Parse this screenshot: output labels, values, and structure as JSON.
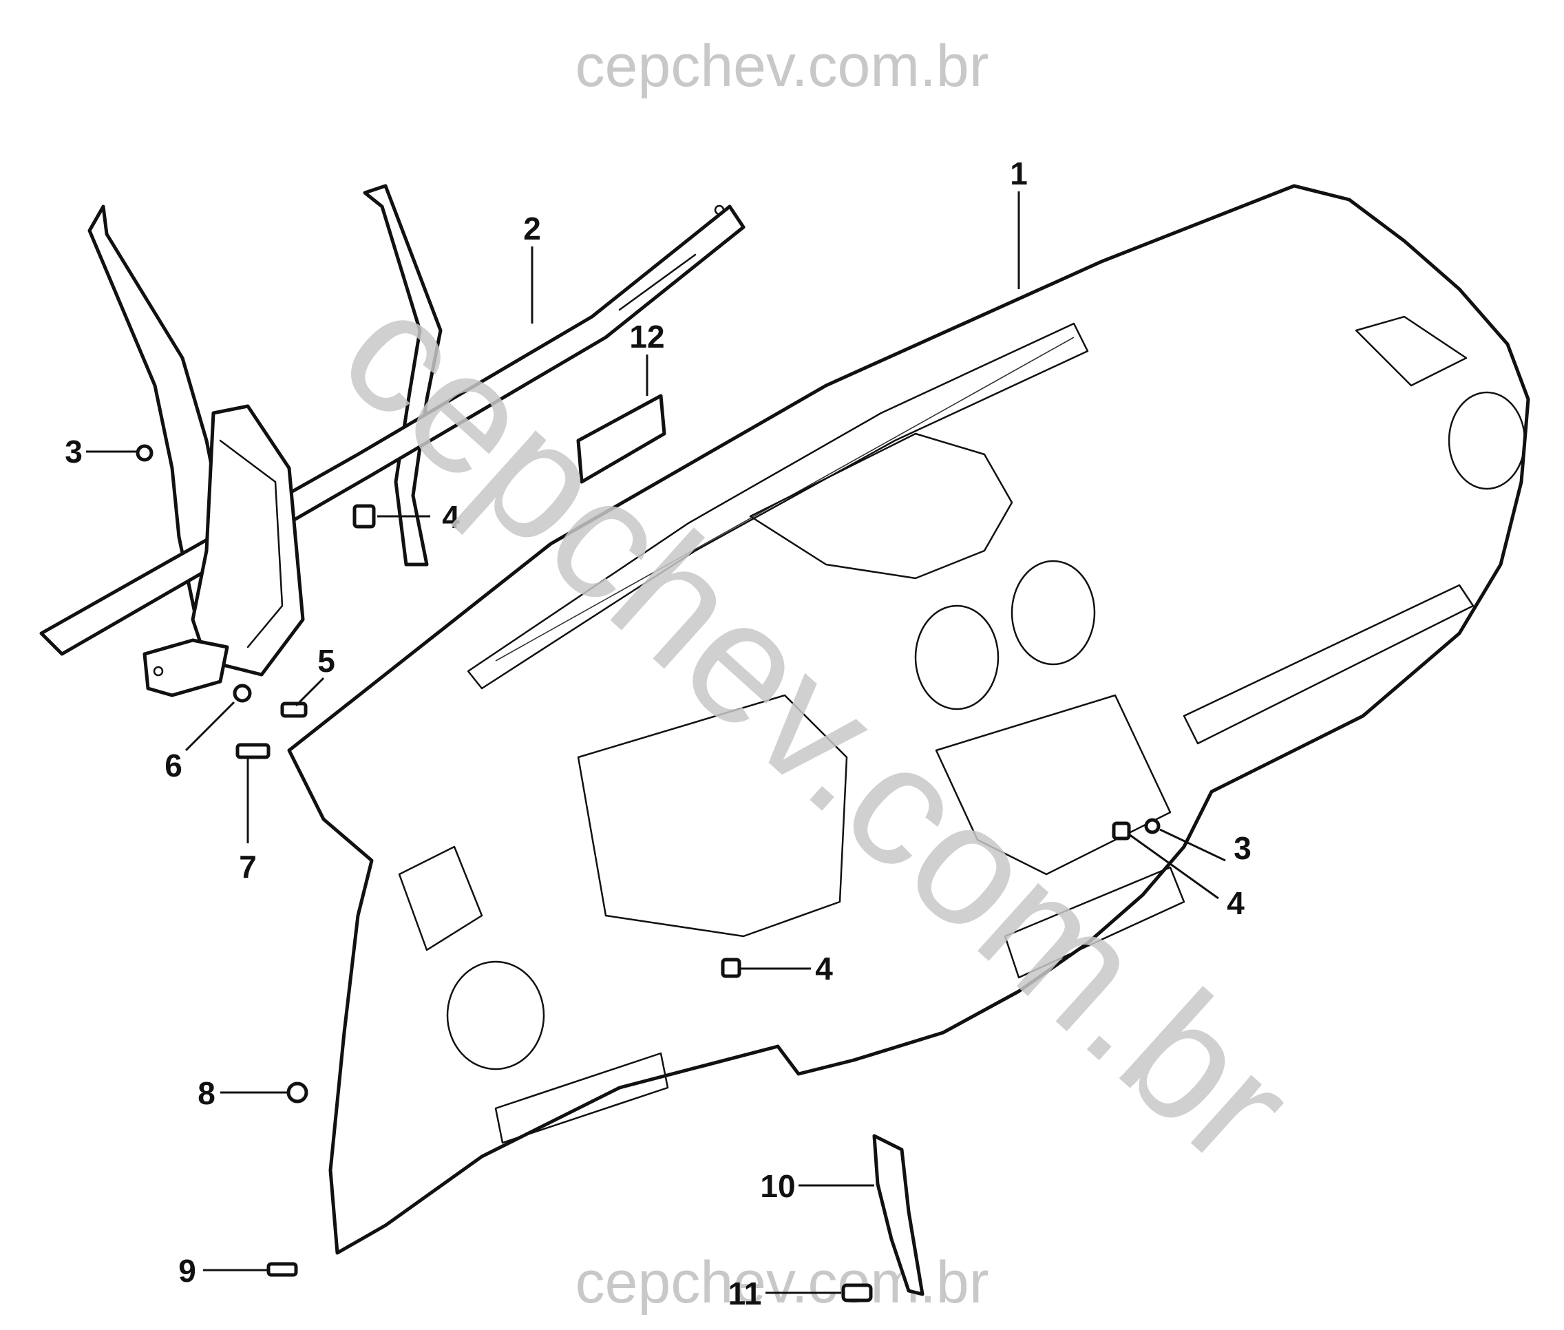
{
  "watermark": {
    "top": "cepchev.com.br",
    "diagonal": "cepchev.com.br",
    "bottom": "cepchev.com.br"
  },
  "callouts": {
    "c1": "1",
    "c2": "2",
    "c3a": "3",
    "c3b": "3",
    "c4a": "4",
    "c4b": "4",
    "c4c": "4",
    "c5": "5",
    "c6": "6",
    "c7": "7",
    "c8": "8",
    "c9": "9",
    "c10": "10",
    "c11": "11",
    "c12": "12"
  },
  "colors": {
    "line": "#111111",
    "watermark": "#c8c8c8",
    "background": "#ffffff"
  }
}
